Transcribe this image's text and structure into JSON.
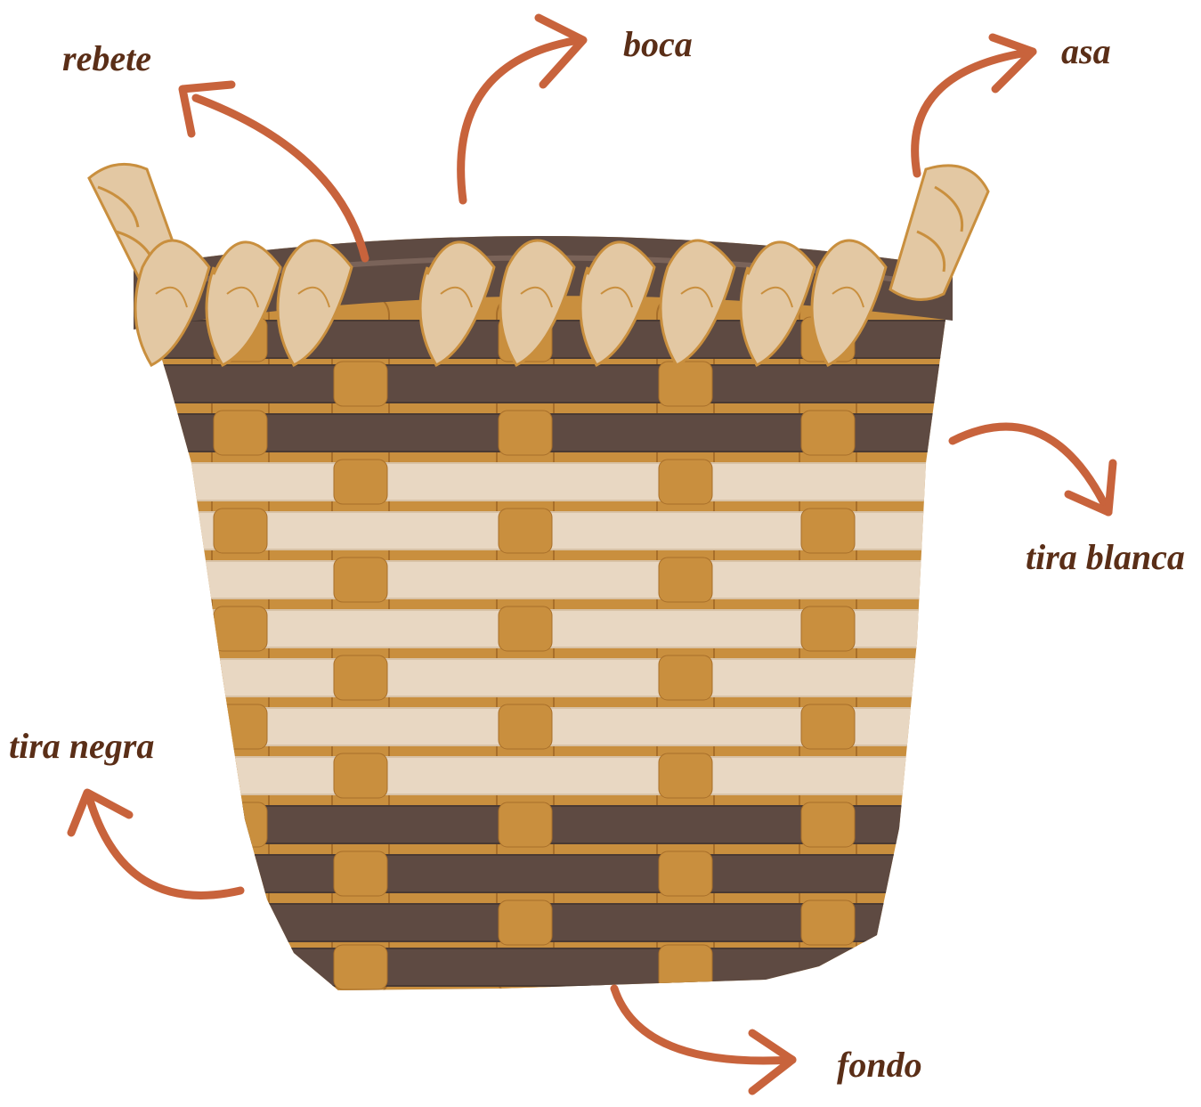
{
  "labels": {
    "rebete": "rebete",
    "boca": "boca",
    "asa": "asa",
    "tira_blanca": "tira blanca",
    "tira_negra": "tira negra",
    "fondo": "fondo"
  },
  "colors": {
    "label_text": "#5a2e17",
    "arrow": "#c8633c",
    "dark_strip": "#5e4a42",
    "light_strip": "#e8d7c2",
    "stake": "#c98f3e",
    "coil": "#e3c8a3"
  }
}
